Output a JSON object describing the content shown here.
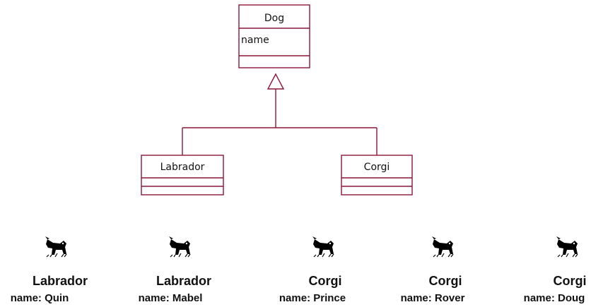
{
  "diagram": {
    "accent_color": "#8b1538",
    "classes": {
      "dog": {
        "name": "Dog",
        "attribute": "name"
      },
      "labrador": {
        "name": "Labrador"
      },
      "corgi": {
        "name": "Corgi"
      }
    },
    "instances": [
      {
        "type": "Labrador",
        "name": "name: Quin",
        "icon": "dog-icon"
      },
      {
        "type": "Labrador",
        "name": "name: Mabel",
        "icon": "dog-icon"
      },
      {
        "type": "Corgi",
        "name": "name: Prince",
        "icon": "dog-icon"
      },
      {
        "type": "Corgi",
        "name": "name: Rover",
        "icon": "dog-icon"
      },
      {
        "type": "Corgi",
        "name": "name: Doug",
        "icon": "dog-icon"
      }
    ]
  }
}
